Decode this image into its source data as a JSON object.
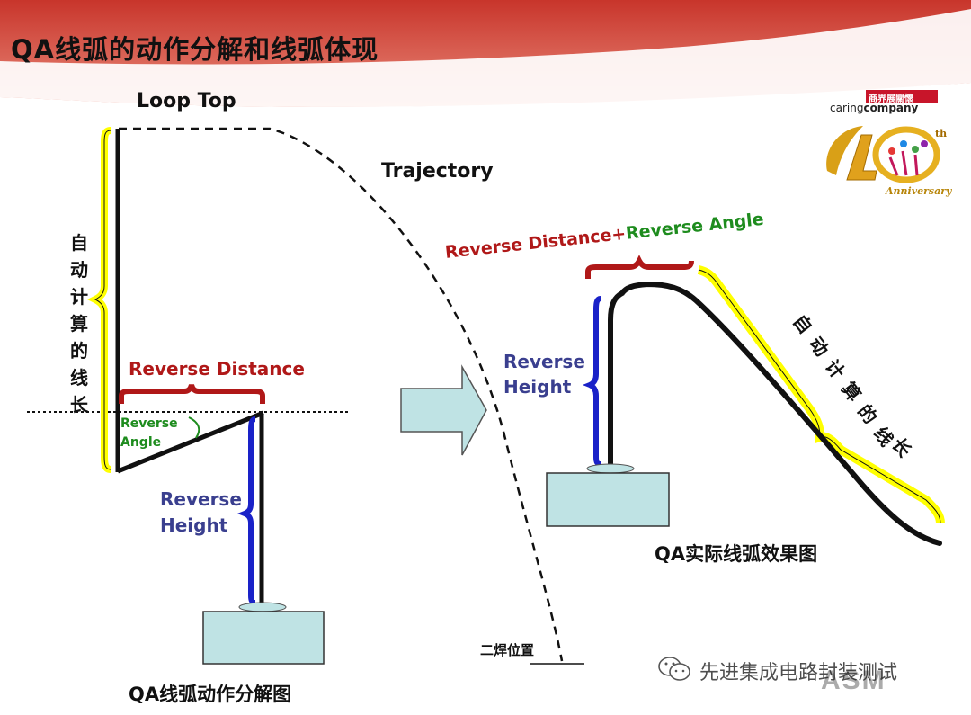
{
  "title": "QA线弧的动作分解和线弧体现",
  "labels": {
    "loop_top": "Loop Top",
    "trajectory": "Trajectory",
    "reverse_distance": "Reverse Distance",
    "reverse_angle_line1": "Reverse",
    "reverse_angle_line2": "Angle",
    "reverse_height_line1": "Reverse",
    "reverse_height_line2": "Height",
    "reverse_distance_plus": "Reverse Distance+",
    "reverse_angle": "Reverse Angle",
    "second_bond_position": "二焊位置",
    "auto_calc_wire_length": [
      "自",
      "动",
      "计",
      "算",
      "的",
      "线",
      "长"
    ]
  },
  "captions": {
    "left": "QA线弧动作分解图",
    "right": "QA实际线弧效果图"
  },
  "logo": {
    "badge": "商界展關懷",
    "brand_light": "caring",
    "brand_bold": "company",
    "anniversary": "Anniversary"
  },
  "watermark": {
    "text": "先进集成电路封装测试",
    "brand": "ASM"
  },
  "colors": {
    "red_label": "#b01818",
    "green_label": "#1e8c1e",
    "blue_label": "#3a3f8f",
    "yellow_brace": "#ffff00",
    "blue_brace": "#1a22c8",
    "pad_fill": "#bfe3e4",
    "header_red": "#c8352b"
  }
}
